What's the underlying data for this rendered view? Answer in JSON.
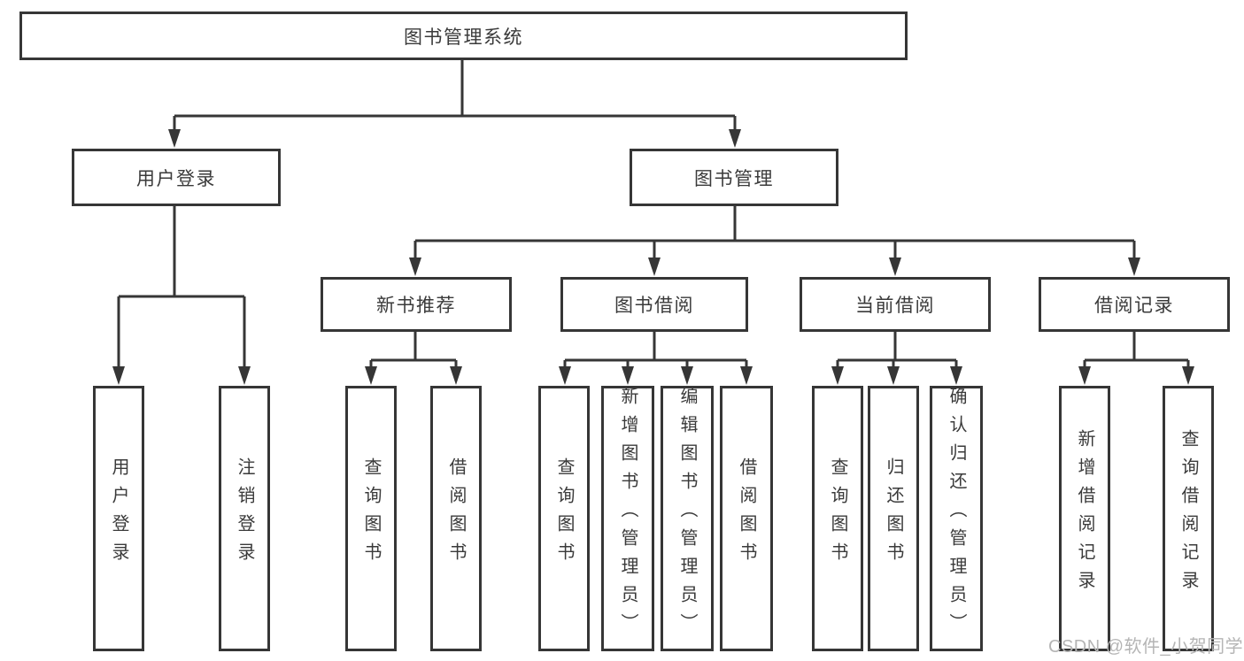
{
  "colors": {
    "line": "#363636",
    "text": "#3a3a3a",
    "watermark": "#b5b5b5"
  },
  "tree": {
    "root": {
      "label": "图书管理系统"
    },
    "branches": [
      {
        "label": "用户登录",
        "leaves": [
          "用户登录",
          "注销登录"
        ]
      },
      {
        "label": "图书管理",
        "groups": [
          {
            "label": "新书推荐",
            "leaves": [
              "查询图书",
              "借阅图书"
            ]
          },
          {
            "label": "图书借阅",
            "leaves": [
              "查询图书",
              "新增图书（管理员）",
              "编辑图书（管理员）",
              "借阅图书"
            ]
          },
          {
            "label": "当前借阅",
            "leaves": [
              "查询图书",
              "归还图书",
              "确认归还（管理员）"
            ]
          },
          {
            "label": "借阅记录",
            "leaves": [
              "新增借阅记录",
              "查询借阅记录"
            ]
          }
        ]
      }
    ]
  },
  "watermark": {
    "label": "CSDN @软件_小贺同学"
  }
}
